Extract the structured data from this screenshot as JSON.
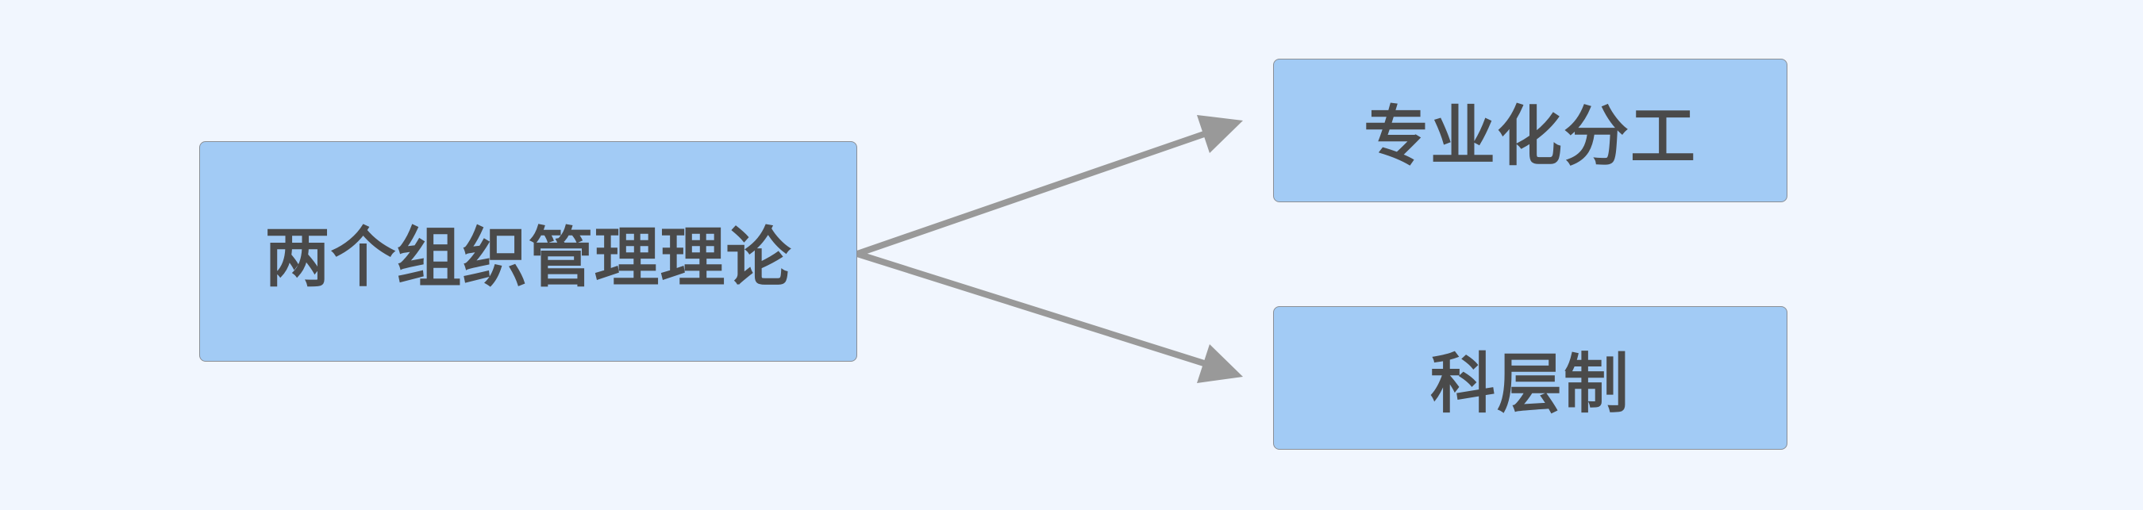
{
  "diagram": {
    "root": {
      "label": "两个组织管理理论"
    },
    "children": [
      {
        "label": "专业化分工"
      },
      {
        "label": "科层制"
      }
    ],
    "colors": {
      "background": "#f1f6fe",
      "node_fill": "#a2cbf5",
      "node_border": "#8a8f96",
      "text": "#4a4a4a",
      "edge": "#999999"
    }
  }
}
